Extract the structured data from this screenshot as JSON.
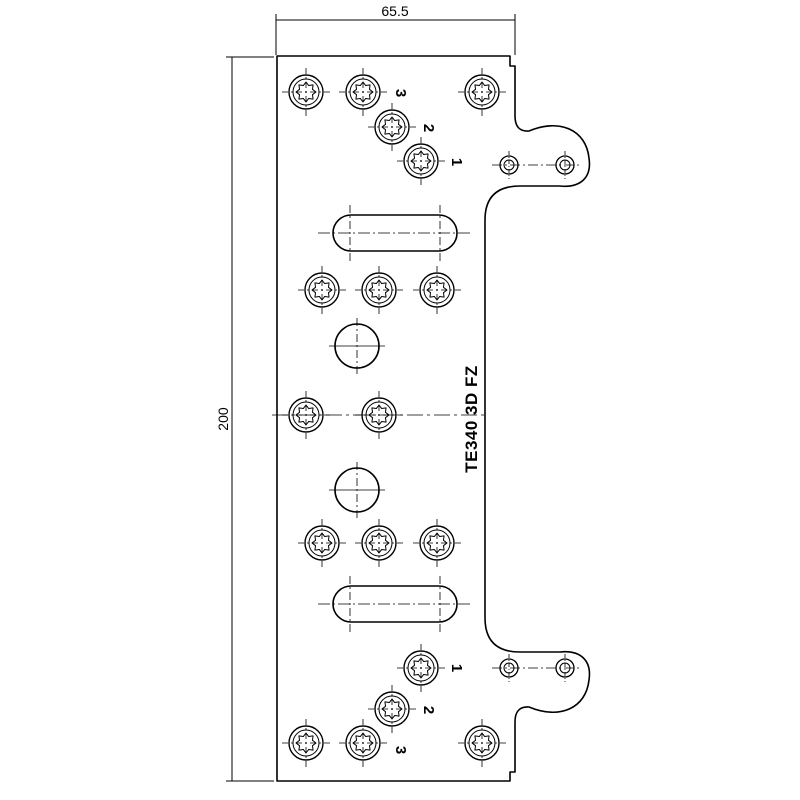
{
  "dimensions": {
    "width": "65.5",
    "height": "200"
  },
  "plate": {
    "stamp": "TE340 3D FZ"
  },
  "hole_markers": {
    "top": [
      "3",
      "2",
      "1"
    ],
    "bottom": [
      "1",
      "2",
      "3"
    ]
  },
  "colors": {
    "line": "#000000",
    "background": "#ffffff"
  }
}
